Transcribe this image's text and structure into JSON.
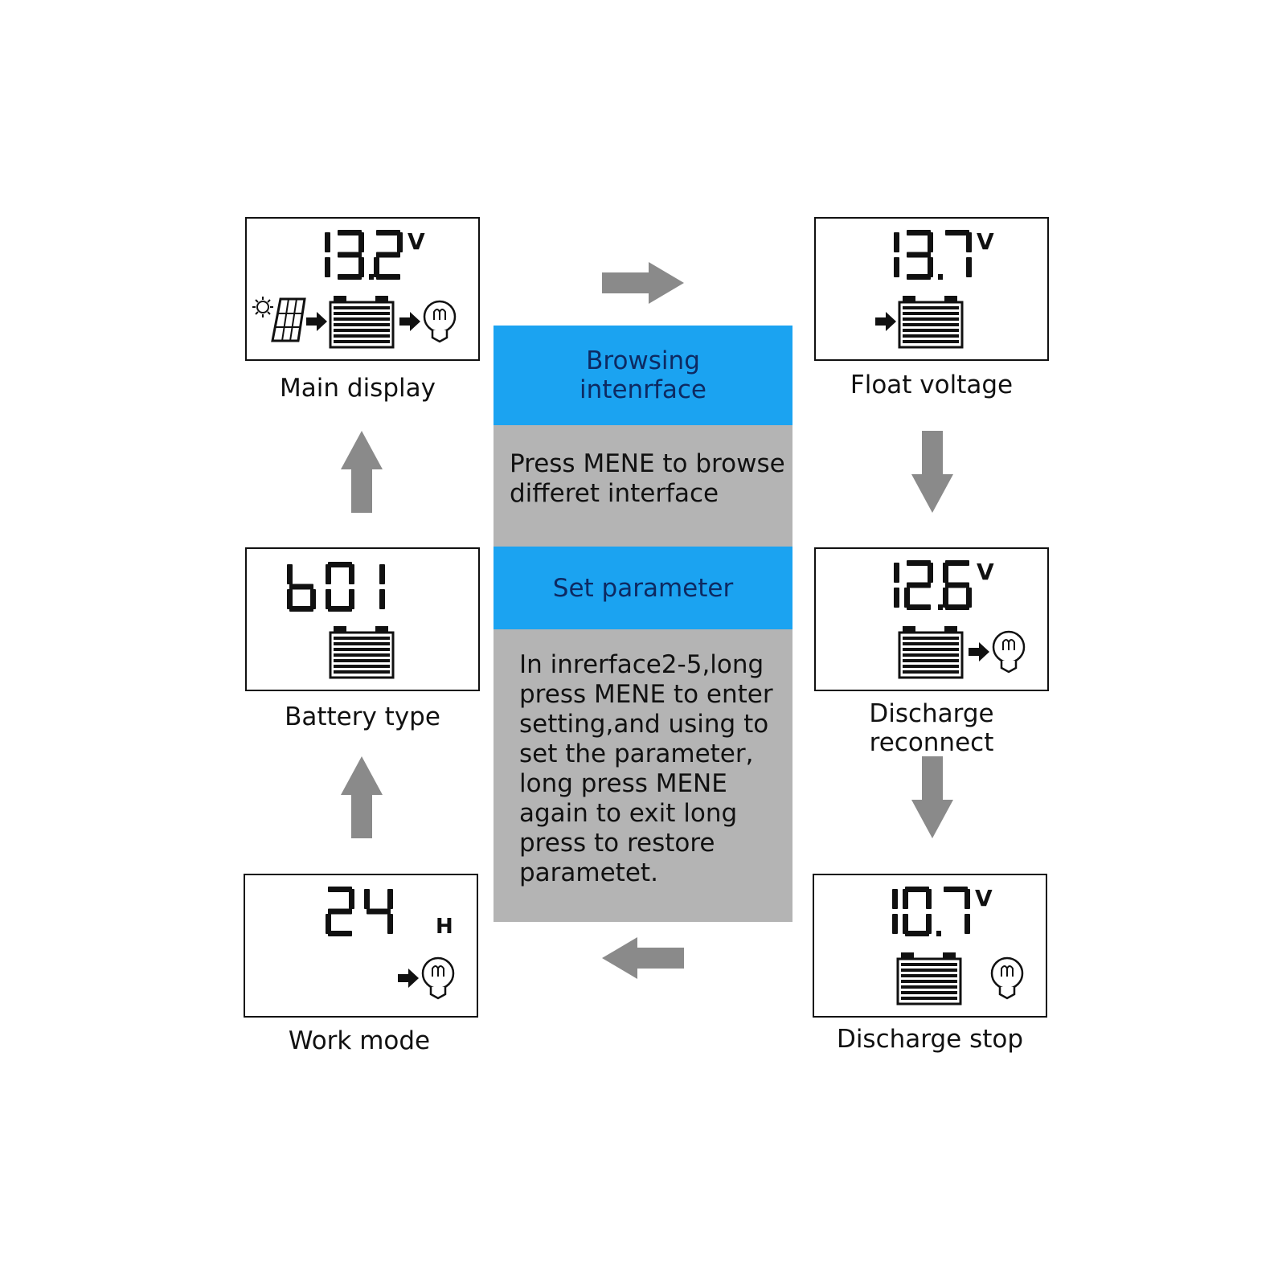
{
  "panels": {
    "main_display": {
      "digits": "13.2",
      "unit": "V",
      "caption": "Main display"
    },
    "float_voltage": {
      "digits": "13.7",
      "unit": "V",
      "caption": "Float voltage"
    },
    "discharge_reconnect": {
      "digits": "12.6",
      "unit": "V",
      "caption": "Discharge reconnect"
    },
    "discharge_stop": {
      "digits": "10.7",
      "unit": "V",
      "caption": "Discharge stop"
    },
    "work_mode": {
      "digits": "24",
      "unit": "H",
      "caption": "Work mode"
    },
    "battery_type": {
      "digits": "b01",
      "unit": "",
      "caption": "Battery type"
    }
  },
  "center": {
    "browsing_title_1": "Browsing",
    "browsing_title_2": "intenrface",
    "browsing_desc_lines": [
      "Press MENE to browse",
      "differet interface"
    ],
    "set_title": "Set parameter",
    "set_desc_lines": [
      "In inrerface2-5,long",
      "press MENE to enter",
      "setting,and using to",
      "set the parameter,",
      "long press MENE",
      "again to exit long",
      "press to restore",
      "parametet."
    ]
  },
  "colors": {
    "blue_header": "#1ba3f1",
    "grey_body": "#b4b4b4",
    "arrow": "#8a8a8a",
    "lcd_ink": "#111111"
  }
}
